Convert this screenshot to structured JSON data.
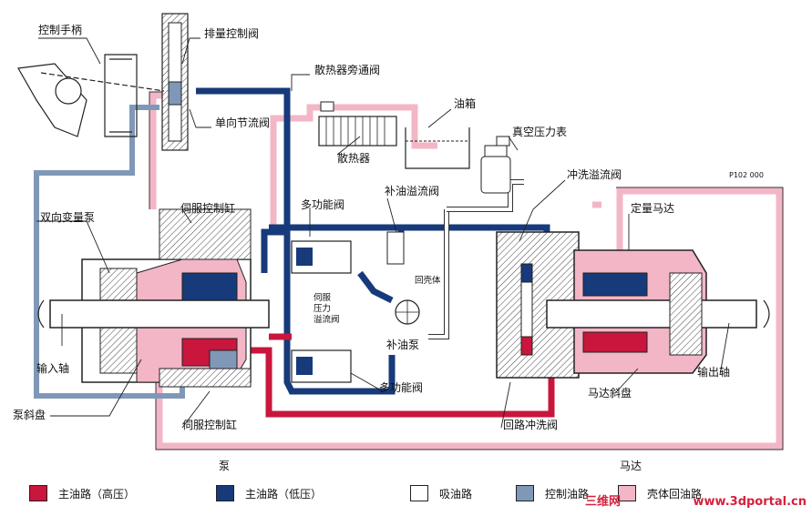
{
  "labels": {
    "control_handle": "控制手柄",
    "displacement_valve": "排量控制阀",
    "radiator_bypass_valve": "散热器旁通阀",
    "oil_tank": "油箱",
    "check_throttle_valve": "单向节流阀",
    "radiator": "散热器",
    "vacuum_gauge": "真空压力表",
    "figure_code": "P102 000",
    "flush_relief_valve": "冲洗溢流阀",
    "charge_relief_valve": "补油溢流阀",
    "multifunction_valve_top": "多功能阀",
    "bidirectional_pump": "双向变量泵",
    "servo_cylinder_top": "伺服控制缸",
    "fixed_motor": "定量马达",
    "return_to_case": "回壳体",
    "servo_relief_1": "伺服",
    "servo_relief_2": "压力",
    "servo_relief_3": "溢流阀",
    "charge_pump": "补油泵",
    "input_shaft": "输入轴",
    "output_shaft": "输出轴",
    "motor_swashplate": "马达斜盘",
    "multifunction_valve_bottom": "多功能阀",
    "pump_swashplate": "泵斜盘",
    "servo_cylinder_bottom": "伺服控制缸",
    "loop_flush_valve": "回路冲洗阀",
    "pump": "泵",
    "motor": "马达"
  },
  "legend": [
    {
      "label": "主油路（高压）",
      "color": "#c8163c"
    },
    {
      "label": "主油路（低压）",
      "color": "#173a7a"
    },
    {
      "label": "吸油路",
      "color": "#ffffff"
    },
    {
      "label": "控制油路",
      "color": "#8098b8"
    },
    {
      "label": "壳体回油路",
      "color": "#f3b6c6"
    }
  ],
  "watermark": {
    "left": "三维网",
    "right": "www.3dportal.cn"
  }
}
